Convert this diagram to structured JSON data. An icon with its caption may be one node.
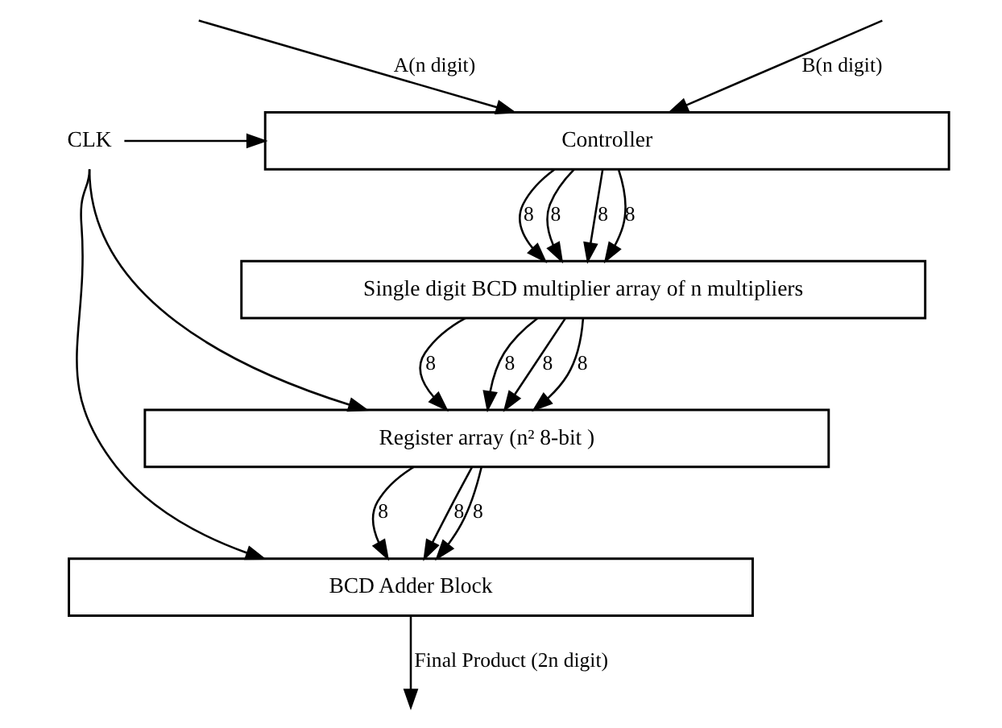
{
  "diagram": {
    "nodes": [
      {
        "text": [
          "CLK"
        ]
      },
      {
        "text": [
          "Controller"
        ]
      },
      {
        "text": [
          "Single digit BCD multiplier array of n multipliers"
        ]
      },
      {
        "text": [
          "Register array (n² 8-bit )"
        ]
      },
      {
        "text": [
          "BCD Adder Block"
        ]
      }
    ],
    "edges": [
      {
        "from": null,
        "to": 1,
        "arrow": "to",
        "label": "A(n digit)"
      },
      {
        "from": null,
        "to": 1,
        "arrow": "to",
        "label": "B(n digit)"
      },
      {
        "from": 0,
        "to": 1,
        "arrow": "to"
      },
      {
        "from": 0,
        "to": 3,
        "arrow": "to"
      },
      {
        "from": 0,
        "to": 4,
        "arrow": "to"
      },
      {
        "from": 1,
        "to": 2,
        "arrow": "to",
        "label": "8"
      },
      {
        "from": 1,
        "to": 2,
        "arrow": "to",
        "label": "8"
      },
      {
        "from": 1,
        "to": 2,
        "arrow": "to",
        "label": "8"
      },
      {
        "from": 1,
        "to": 2,
        "arrow": "to",
        "label": "8"
      },
      {
        "from": 2,
        "to": 3,
        "arrow": "to",
        "label": "8"
      },
      {
        "from": 2,
        "to": 3,
        "arrow": "to",
        "label": "8"
      },
      {
        "from": 2,
        "to": 3,
        "arrow": "to",
        "label": "8"
      },
      {
        "from": 2,
        "to": 3,
        "arrow": "to",
        "label": "8"
      },
      {
        "from": 3,
        "to": 4,
        "arrow": "to",
        "label": "8"
      },
      {
        "from": 3,
        "to": 4,
        "arrow": "to",
        "label": "8"
      },
      {
        "from": 3,
        "to": 4,
        "arrow": "to",
        "label": "8"
      },
      {
        "from": 4,
        "to": null,
        "arrow": "to",
        "label": "Final Product (2n digit)"
      }
    ]
  }
}
